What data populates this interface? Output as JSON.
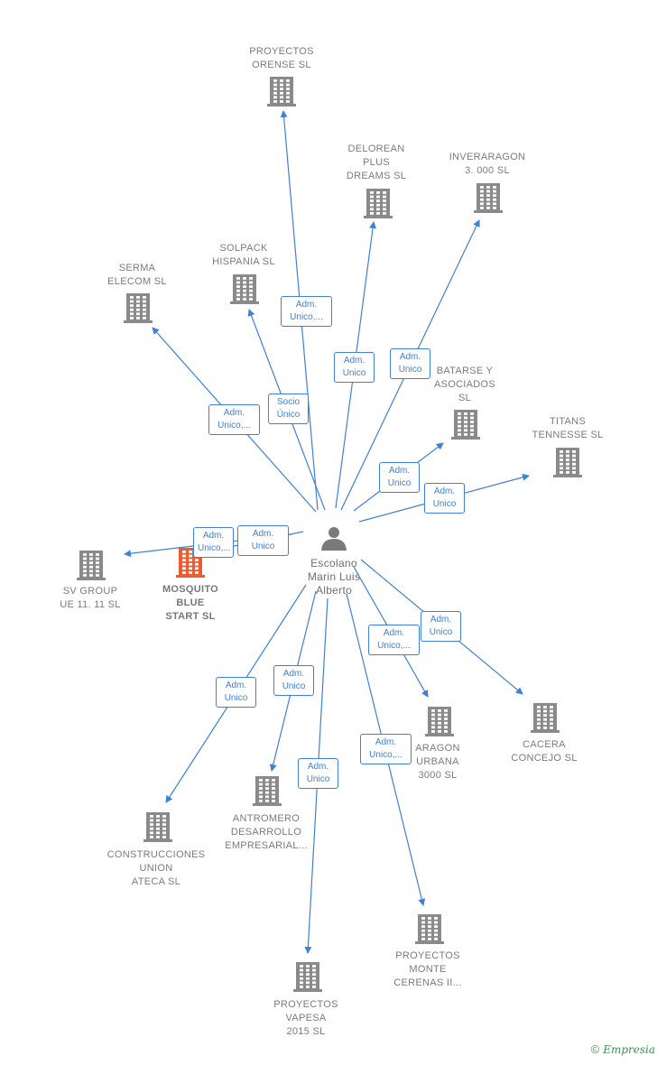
{
  "colors": {
    "edge": "#3f80d8",
    "building": "#8a8a8a",
    "focus_building": "#ef5b2f",
    "person": "#7a7a7a",
    "label": "#7b7b7b"
  },
  "person": {
    "name": "Escolano\nMarin Luis\nAlberto",
    "icon": "person-icon"
  },
  "nodes": [
    {
      "id": "proyectos-orense",
      "label": "PROYECTOS\nORENSE  SL",
      "icon": "building-icon",
      "edge": "Adm.\nUnico,..."
    },
    {
      "id": "delorean",
      "label": "DELOREAN\nPLUS\nDREAMS  SL",
      "icon": "building-icon",
      "edge": "Adm.\nUnico"
    },
    {
      "id": "inveraragon",
      "label": "INVERARAGON\n3. 000 SL",
      "icon": "building-icon",
      "edge": "Adm.\nUnico"
    },
    {
      "id": "solpack",
      "label": "SOLPACK\nHISPANIA SL",
      "icon": "building-icon",
      "edge": "Socio\nÚnico"
    },
    {
      "id": "serma",
      "label": "SERMA\nELECOM  SL",
      "icon": "building-icon",
      "edge": "Adm.\nUnico,..."
    },
    {
      "id": "batarse",
      "label": "BATARSE Y\nASOCIADOS\nSL",
      "icon": "building-icon",
      "edge": "Adm.\nUnico"
    },
    {
      "id": "titans",
      "label": "TITANS\nTENNESSE  SL",
      "icon": "building-icon",
      "edge": "Adm.\nUnico"
    },
    {
      "id": "mosquito",
      "label": "MOSQUITO\nBLUE\nSTART  SL",
      "icon": "building-icon",
      "edge": "Adm.\nUnico,...",
      "focus": true
    },
    {
      "id": "sv-group",
      "label": "SV GROUP\nUE 11. 11  SL",
      "icon": "building-icon",
      "edge": "Adm.\nUnico"
    },
    {
      "id": "cacera",
      "label": "CACERA\nCONCEJO  SL",
      "icon": "building-icon",
      "edge": "Adm.\nUnico"
    },
    {
      "id": "aragon-urbana",
      "label": "ARAGON\nURBANA\n3000 SL",
      "icon": "building-icon",
      "edge": "Adm.\nUnico,..."
    },
    {
      "id": "construcciones",
      "label": "CONSTRUCCIONES\nUNION\nATECA SL",
      "icon": "building-icon",
      "edge": "Adm.\nUnico"
    },
    {
      "id": "antromero",
      "label": "ANTROMERO\nDESARROLLO\nEMPRESARIAL...",
      "icon": "building-icon",
      "edge": "Adm.\nUnico"
    },
    {
      "id": "proyectos-monte",
      "label": "PROYECTOS\nMONTE\nCERENAS II...",
      "icon": "building-icon",
      "edge": "Adm.\nUnico,..."
    },
    {
      "id": "proyectos-vapesa",
      "label": "PROYECTOS\nVAPESA\n2015  SL",
      "icon": "building-icon",
      "edge": "Adm.\nUnico"
    }
  ],
  "footer": {
    "copyright": "©",
    "brand": "Empresia",
    "icon": "copyright-icon"
  }
}
